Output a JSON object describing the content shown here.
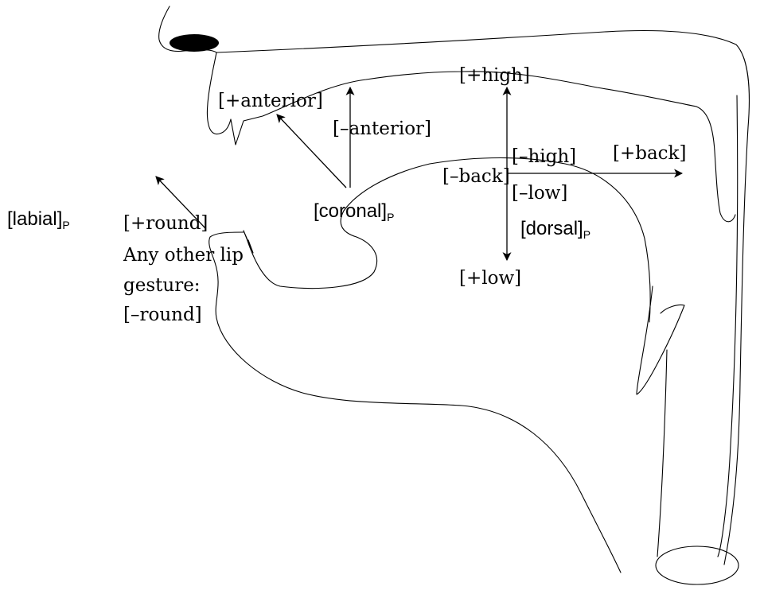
{
  "features": {
    "labial": {
      "name": "[labial]",
      "sub": "P"
    },
    "coronal": {
      "name": "[coronal]",
      "sub": "P"
    },
    "dorsal": {
      "name": "[dorsal]",
      "sub": "P"
    }
  },
  "values": {
    "plus_round": "[+round]",
    "other_lip_1": "Any other lip",
    "other_lip_2": "gesture:",
    "minus_round": "[–round]",
    "plus_anterior": "[+anterior]",
    "minus_anterior": "[–anterior]",
    "plus_high": "[+high]",
    "minus_high": "[–high]",
    "plus_back": "[+back]",
    "minus_back": "[–back]",
    "minus_low": "[–low]",
    "plus_low": "[+low]"
  }
}
